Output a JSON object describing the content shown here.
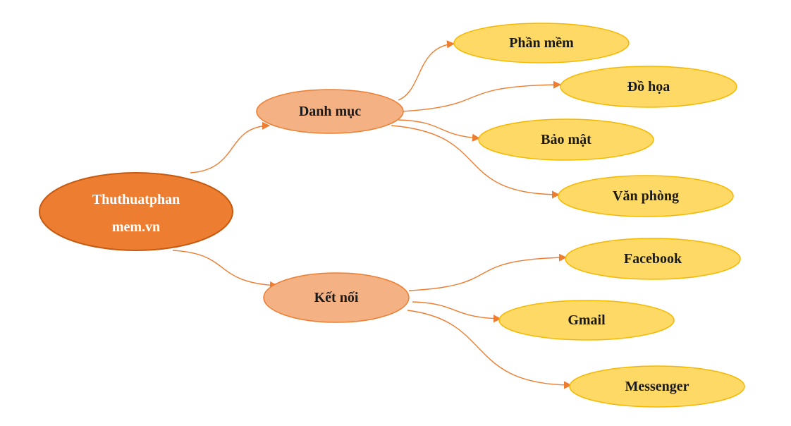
{
  "diagram": {
    "type": "mind-map",
    "colors": {
      "root_fill": "#ED7D31",
      "root_stroke": "#C55A11",
      "root_text": "#FFFFFF",
      "branch_fill": "#F4B183",
      "branch_stroke": "#ED7D31",
      "leaf_fill": "#FFD966",
      "leaf_stroke": "#F5B800",
      "connector": "#ED7D31"
    },
    "root": {
      "label_line1": "Thuthuatphan",
      "label_line2": "mem.vn"
    },
    "branches": [
      {
        "id": "danh-muc",
        "label": "Danh mục",
        "children": [
          {
            "id": "phan-mem",
            "label": "Phần mềm"
          },
          {
            "id": "do-hoa",
            "label": "Đồ họa"
          },
          {
            "id": "bao-mat",
            "label": "Bảo mật"
          },
          {
            "id": "van-phong",
            "label": "Văn phòng"
          }
        ]
      },
      {
        "id": "ket-noi",
        "label": "Kết nối",
        "children": [
          {
            "id": "facebook",
            "label": "Facebook"
          },
          {
            "id": "gmail",
            "label": "Gmail"
          },
          {
            "id": "messenger",
            "label": "Messenger"
          }
        ]
      }
    ]
  }
}
